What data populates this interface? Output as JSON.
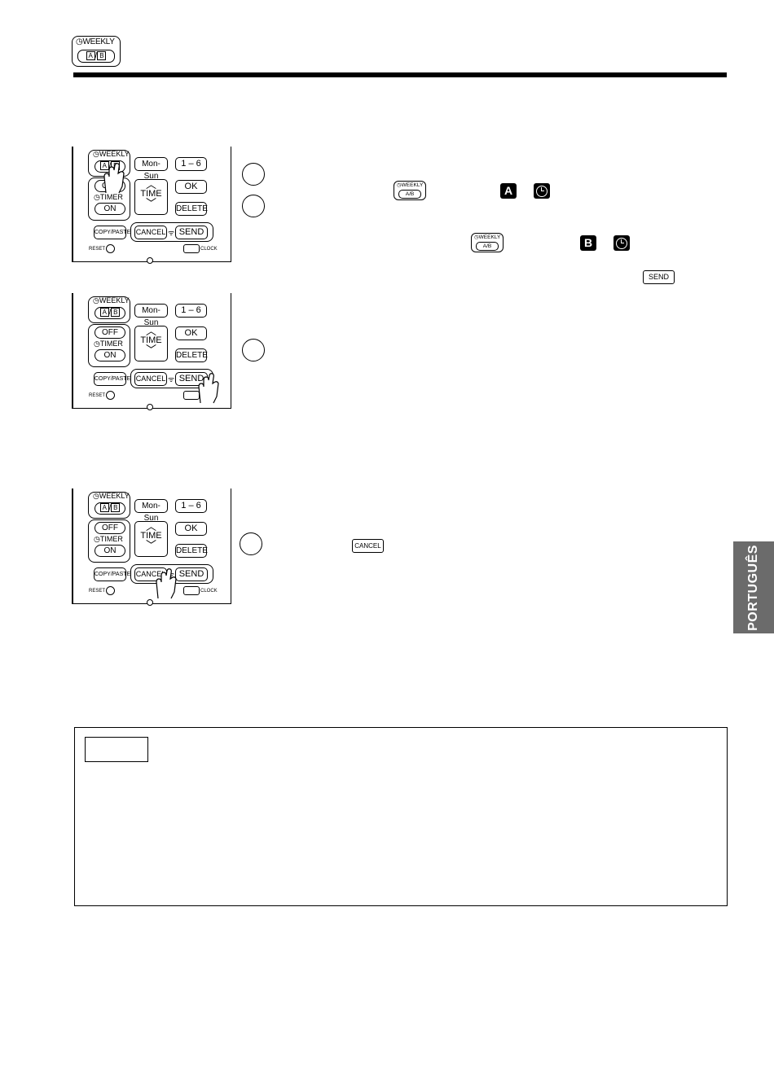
{
  "header": {
    "weekly_label": "WEEKLY",
    "key_a": "A",
    "key_b": "B"
  },
  "remote": {
    "weekly": "WEEKLY",
    "a": "A",
    "b": "B",
    "mon_sun": "Mon-Sun",
    "one_six": "1 – 6",
    "off": "OFF",
    "timer": "TIMER",
    "on": "ON",
    "up": "^",
    "time": "TIME",
    "down": "v",
    "ok": "OK",
    "delete": "DELETE",
    "copy_paste": "COPY/PASTE",
    "cancel": "CANCEL",
    "send": "SEND",
    "reset": "RESET",
    "clock": "CLOCK"
  },
  "steps": {
    "indicator_a": "A",
    "indicator_b": "B",
    "send_button": "SEND",
    "cancel_button": "CANCEL"
  },
  "side_tab": {
    "label": "PORTUGUÊS",
    "color": "#6b6b6b"
  }
}
